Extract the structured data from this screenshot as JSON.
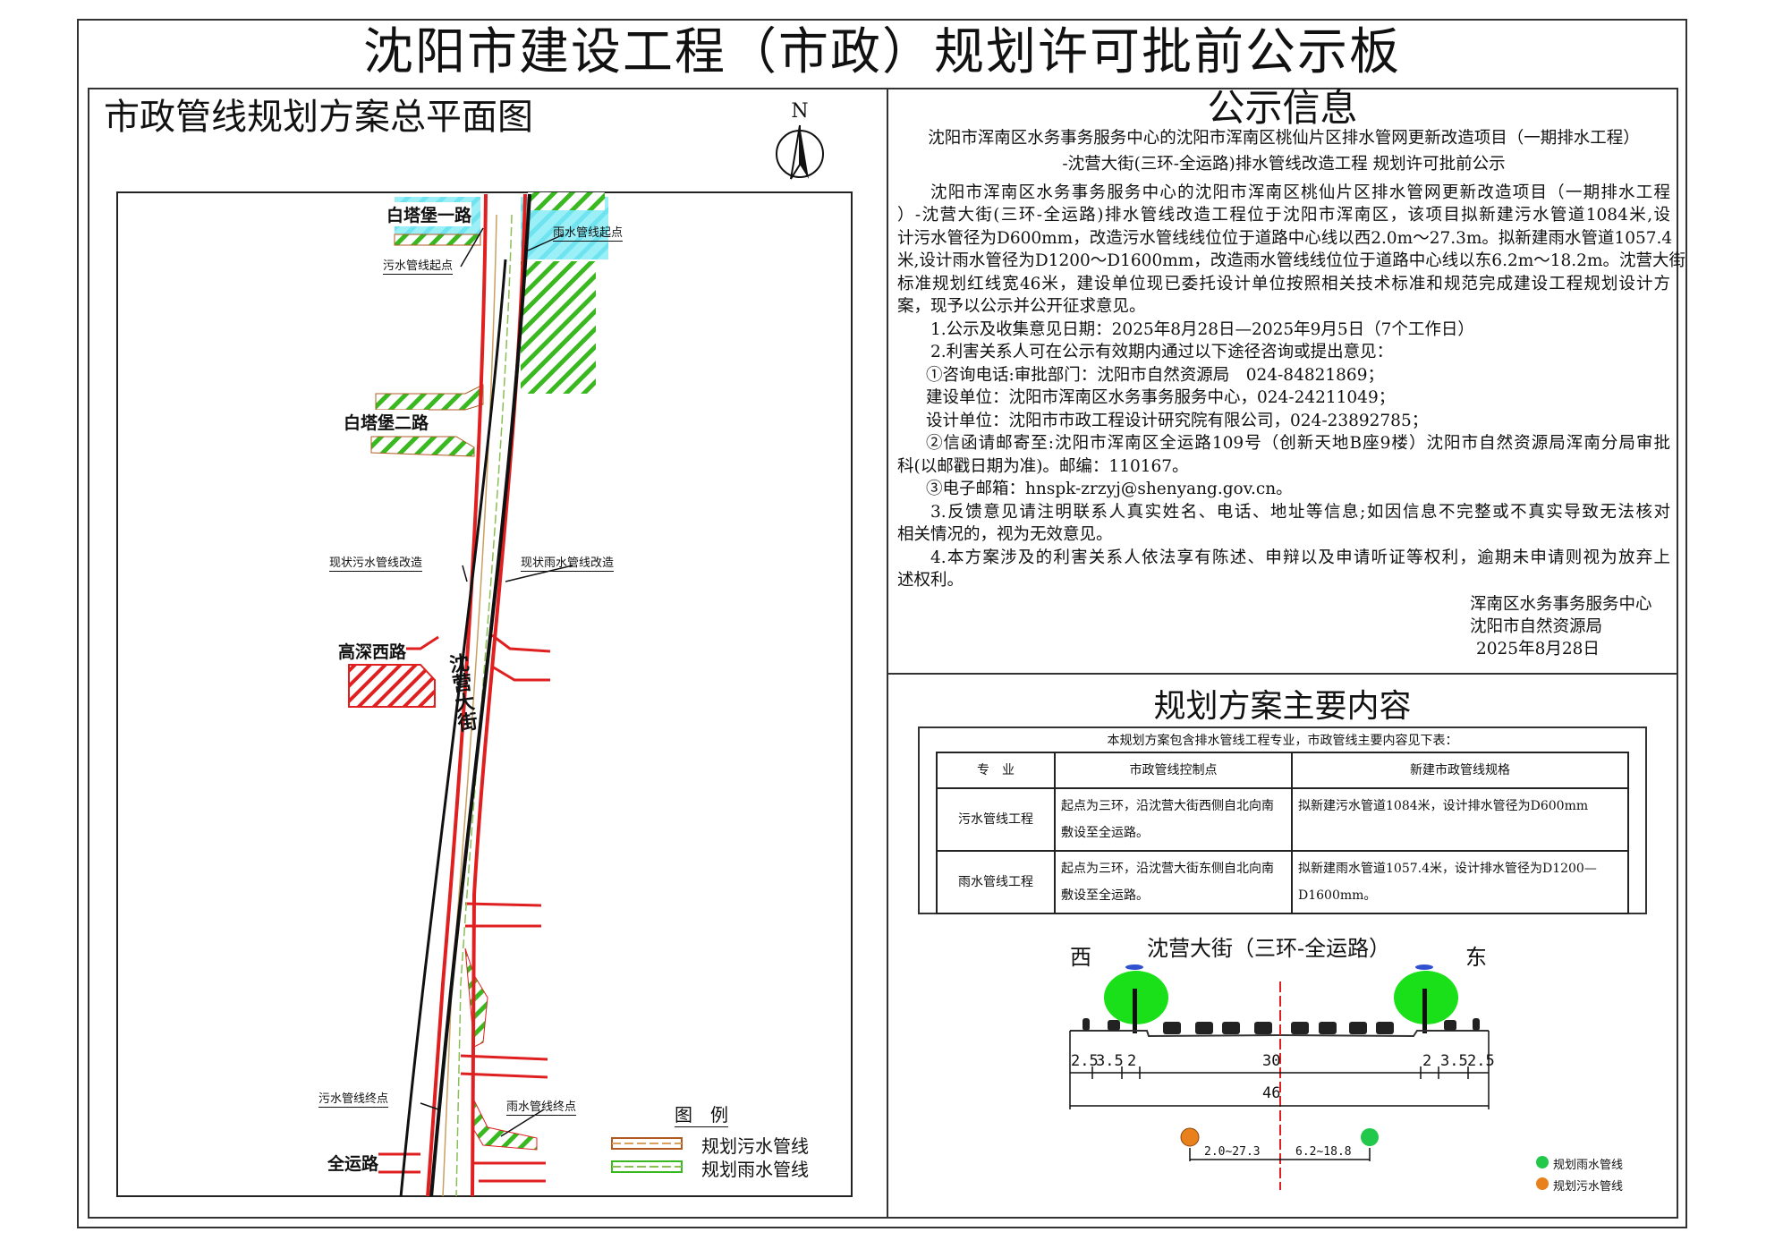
{
  "title": "沈阳市建设工程（市政）规划许可批前公示板",
  "map": {
    "title": "市政管线规划方案总平面图",
    "north": "N",
    "labels": {
      "road1": "白塔堡一路",
      "sewer_start": "污水管线起点",
      "rain_start": "雨水管线起点",
      "road2": "白塔堡二路",
      "sewer_reno": "现状污水管线改造",
      "rain_reno": "现状雨水管线改造",
      "road3": "高深西路",
      "main_road": "沈营大街",
      "sewer_end": "污水管线终点",
      "rain_end": "雨水管线终点",
      "road4": "全运路"
    },
    "legend": {
      "title": "图　例",
      "items": [
        "规划污水管线",
        "规划雨水管线"
      ]
    }
  },
  "info": {
    "title": "公示信息",
    "heading": [
      "沈阳市浑南区水务事务服务中心的沈阳市浑南区桃仙片区排水管网更新改造项目（一期排水工程）",
      "-沈营大街(三环-全运路)排水管线改造工程 规划许可批前公示"
    ],
    "lines": [
      "沈阳市浑南区水务事务服务中心的沈阳市浑南区桃仙片区排水管网更新改造项目（一期排水工程",
      "）-沈营大街(三环-全运路)排水管线改造工程位于沈阳市浑南区，该项目拟新建污水管道1084米,设",
      "计污水管径为D600mm，改造污水管线线位位于道路中心线以西2.0m～27.3m。拟新建雨水管道1057.4",
      "米,设计雨水管径为D1200～D1600mm，改造雨水管线线位位于道路中心线以东6.2m～18.2m。沈营大街",
      "标准规划红线宽46米，建设单位现已委托设计单位按照相关技术标准和规范完成建设工程规划设计方",
      "案，现予以公示并公开征求意见。",
      "1.公示及收集意见日期：2025年8月28日—2025年9月5日（7个工作日）",
      "2.利害关系人可在公示有效期内通过以下途径咨询或提出意见：",
      "①咨询电话:审批部门：沈阳市自然资源局　024-84821869；",
      "建设单位：沈阳市浑南区水务事务服务中心，024-24211049；",
      "设计单位：沈阳市市政工程设计研究院有限公司，024-23892785；",
      "②信函请邮寄至:沈阳市浑南区全运路109号（创新天地B座9楼）沈阳市自然资源局浑南分局审批",
      "科(以邮戳日期为准)。邮编：110167。",
      "③电子邮箱：hnspk-zrzyj@shenyang.gov.cn。",
      "3.反馈意见请注明联系人真实姓名、电话、地址等信息;如因信息不完整或不真实导致无法核对",
      "相关情况的，视为无效意见。",
      "4.本方案涉及的利害关系人依法享有陈述、申辩以及申请听证等权利，逾期未申请则视为放弃上",
      "述权利。"
    ],
    "signature": [
      "浑南区水务事务服务中心",
      "沈阳市自然资源局",
      "2025年8月28日"
    ]
  },
  "plan": {
    "title": "规划方案主要内容",
    "note": "本规划方案包含排水管线工程专业，市政管线主要内容见下表：",
    "headers": [
      "专　业",
      "市政管线控制点",
      "新建市政管线规格"
    ],
    "rows": [
      [
        "污水管线工程",
        "起点为三环，沿沈营大街西侧自北向南敷设至全运路。",
        "拟新建污水管道1084米，设计排水管径为D600mm"
      ],
      [
        "雨水管线工程",
        "起点为三环，沿沈营大街东侧自北向南敷设至全运路。",
        "拟新建雨水管道1057.4米，设计排水管径为D1200—D1600mm。"
      ]
    ]
  },
  "section": {
    "title": "沈营大街（三环-全运路）",
    "west": "西",
    "east": "东",
    "dims": [
      "2.5",
      "3.5",
      "2",
      "30",
      "2",
      "3.5",
      "2.5",
      "46"
    ],
    "offsets": [
      "2.0~27.3",
      "6.2~18.8"
    ],
    "legend": [
      "规划雨水管线",
      "规划污水管线"
    ]
  },
  "colors": {
    "red": "#e02020",
    "green": "#39b81f",
    "cyan": "#6fe3f0",
    "orange": "#e8801c",
    "tree": "#19e019"
  }
}
